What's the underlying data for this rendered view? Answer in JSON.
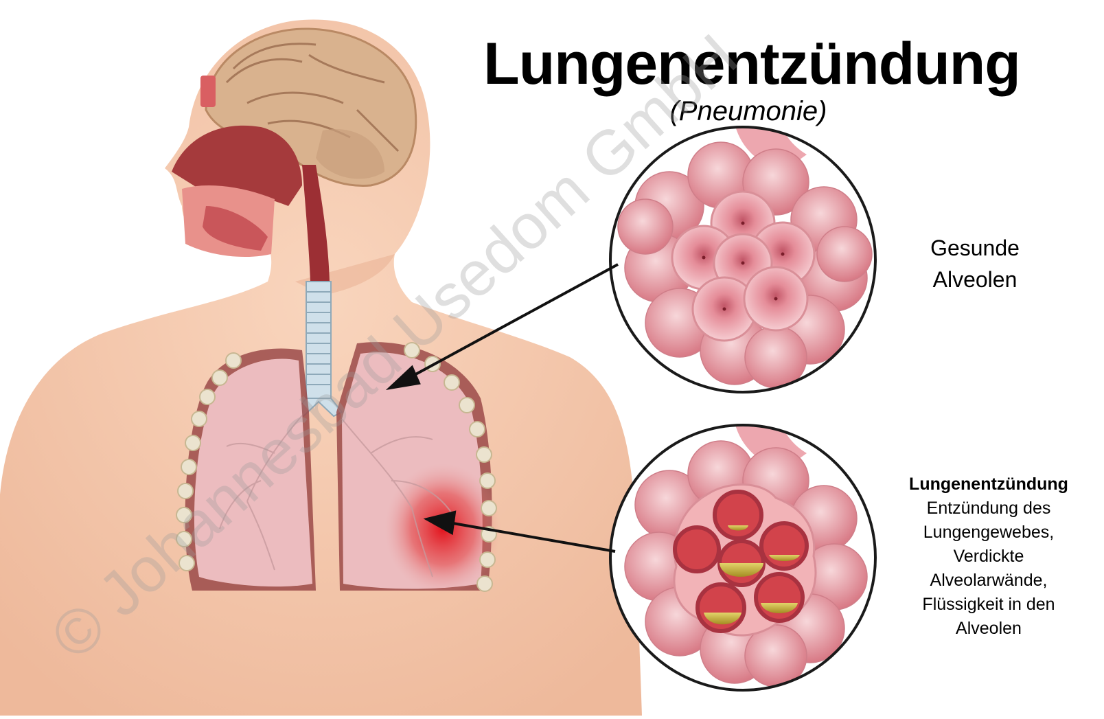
{
  "title": "Lungenentzündung",
  "subtitle": "(Pneumonie)",
  "healthy_label": [
    "Gesunde",
    "Alveolen"
  ],
  "pneumonia_label": {
    "title": "Lungenentzündung",
    "lines": [
      "Entzündung des",
      "Lungengewebes,",
      "Verdickte",
      "Alveolarwände,",
      "Flüssigkeit in den",
      "Alveolen"
    ]
  },
  "watermark": "© Johannesbad Usedom GmbH",
  "colors": {
    "skin": "#f5c9ad",
    "lung": "#ecbcbf",
    "alveoli": "#e79aa3",
    "inflammation": "#e0141c",
    "fluid": "#c7b23c"
  }
}
